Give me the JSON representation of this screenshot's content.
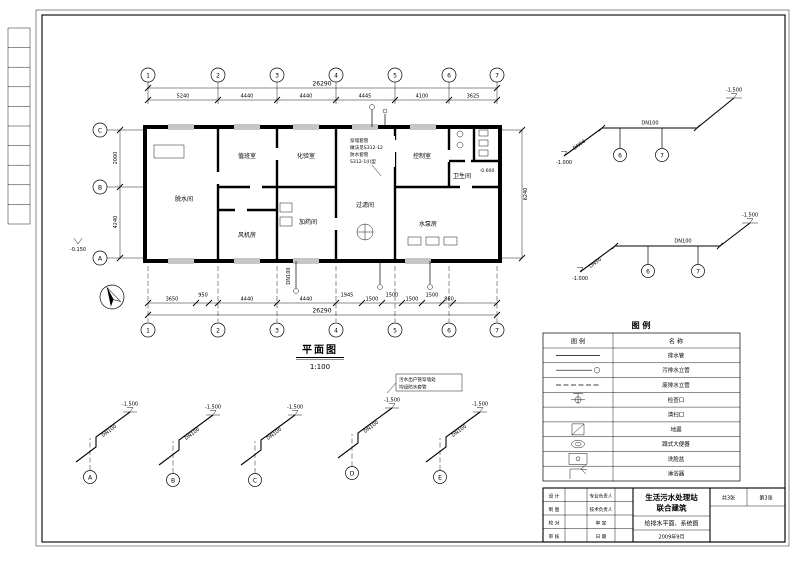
{
  "plan": {
    "title": "平面图",
    "scale": "1:100",
    "grid_cols": [
      "1",
      "2",
      "3",
      "4",
      "5",
      "6",
      "7"
    ],
    "grid_rows": [
      "C",
      "B",
      "A"
    ],
    "rooms": [
      "脱水间",
      "值班室",
      "化验室",
      "加药间",
      "风机房",
      "过滤间",
      "控制室",
      "水泵房",
      "卫生间"
    ],
    "note": [
      "穿墙套管",
      "做法见S312-12",
      "防水套管",
      "S312-1(Ⅰ)型"
    ],
    "elev_main": "-0.150",
    "elev_toilet": "-0.600",
    "outlet_label": "DN100"
  },
  "dims": {
    "top_total": "26290",
    "top": [
      "5240",
      "4440",
      "4440",
      "4445",
      "4100",
      "3625"
    ],
    "bottom": [
      "3650",
      "950",
      "4440",
      "4440",
      "1945",
      "1500",
      "1500",
      "1500",
      "1500",
      "860"
    ],
    "bottom_total": "26290",
    "left": [
      "2000",
      "4240"
    ],
    "right_total": "6240"
  },
  "risers": [
    {
      "ref": "A",
      "elev": "-1.500",
      "pipe": "DN100"
    },
    {
      "ref": "B",
      "elev": "-1.500",
      "pipe": "DN100"
    },
    {
      "ref": "C",
      "elev": "-1.500",
      "pipe": "DN100"
    },
    {
      "ref": "D",
      "elev": "-1.500",
      "pipe": "DN100"
    },
    {
      "ref": "E",
      "elev": "-1.500",
      "pipe": "DN100"
    }
  ],
  "riser_note": [
    "污水出户管穿墙处",
    "均设防水套管"
  ],
  "systems": [
    {
      "ref1": "6",
      "ref2": "7",
      "elev": "-1.500",
      "elev2": "-1.000",
      "pipe": "DN100",
      "pipe2": "DN50"
    },
    {
      "ref1": "6",
      "ref2": "7",
      "elev": "-1.500",
      "elev2": "-1.000",
      "pipe": "DN100",
      "pipe2": "DN50"
    }
  ],
  "legend": {
    "title": "图 例",
    "col1": "图 例",
    "col2": "名 称",
    "rows": [
      "排水管",
      "污排水立管",
      "废排水立管",
      "检查口",
      "清扫口",
      "地漏",
      "蹲式大便器",
      "洗脸盆",
      "淋浴器"
    ]
  },
  "titleblock": {
    "labels": [
      "设 计",
      "制 图",
      "校 对",
      "审 核"
    ],
    "labels2": [
      "专业负责人",
      "技术负责人",
      "审 定",
      "日 期"
    ],
    "project1": "生活污水处理站",
    "project2": "联合建筑",
    "drawing": "给排水平面、系统图",
    "date": "2009年9月",
    "sheet1": "共3张",
    "sheet2": "第3张"
  }
}
